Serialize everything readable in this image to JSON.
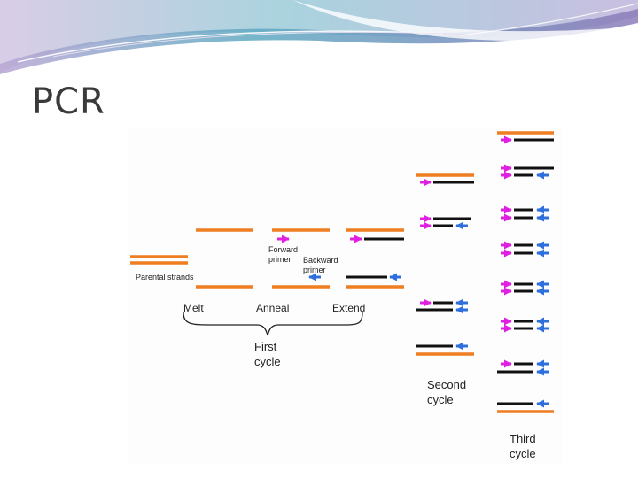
{
  "slide": {
    "title": "PCR"
  },
  "colors": {
    "template_strand": "#ef7d22",
    "new_strand": "#111111",
    "forward_primer": "#e020e0",
    "backward_primer": "#2f6fdc",
    "banner_teal": "#6fb5c9",
    "banner_purple": "#b7a4cf"
  },
  "diagram": {
    "labels": {
      "parental_strands": "Parental strands",
      "forward_primer": "Forward\nprimer",
      "backward_primer": "Backward\nprimer",
      "melt": "Melt",
      "anneal": "Anneal",
      "extend": "Extend",
      "first_cycle": "First\ncycle",
      "second_cycle": "Second\ncycle",
      "third_cycle": "Third\ncycle"
    }
  }
}
